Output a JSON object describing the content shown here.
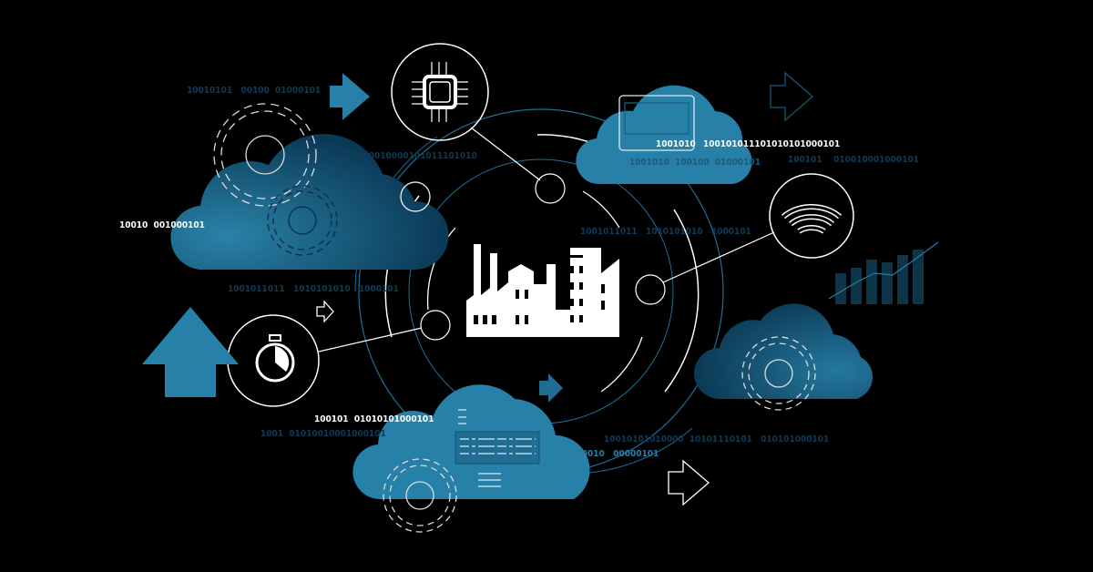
{
  "colors": {
    "background": "#000000",
    "cloud_light": "#2a80a8",
    "cloud_dark": "#0b3954",
    "accent": "#2a80a8",
    "line": "#ffffff"
  },
  "icons": [
    "factory-icon",
    "cpu-chip-icon",
    "wifi-icon",
    "stopwatch-icon",
    "gear-icon",
    "cloud-icon",
    "arrow-right-icon",
    "arrow-up-icon",
    "bar-chart-icon",
    "document-icon"
  ],
  "binary": {
    "top_left": "10010101   00100  01000101",
    "top_center": "1010010000101011101010",
    "cloud_top_white_a": "1001010",
    "cloud_top_white_b": "100101011101010101000101",
    "cloud_top_dim": "1001010  100100  01000101",
    "right_top": "100101    010010001000101",
    "left_white": "10010  001000101",
    "left_mid": "1001011011   1010101010   1000101",
    "center_right": "1001011011   1010101010   1000101",
    "bottom_white": "100101  01010101000101",
    "bottom_left": "1001  01010010001000101",
    "bottom_right": "10010101010000  10101110101   010101000101",
    "bottom_blue": "1010010   00000101"
  }
}
